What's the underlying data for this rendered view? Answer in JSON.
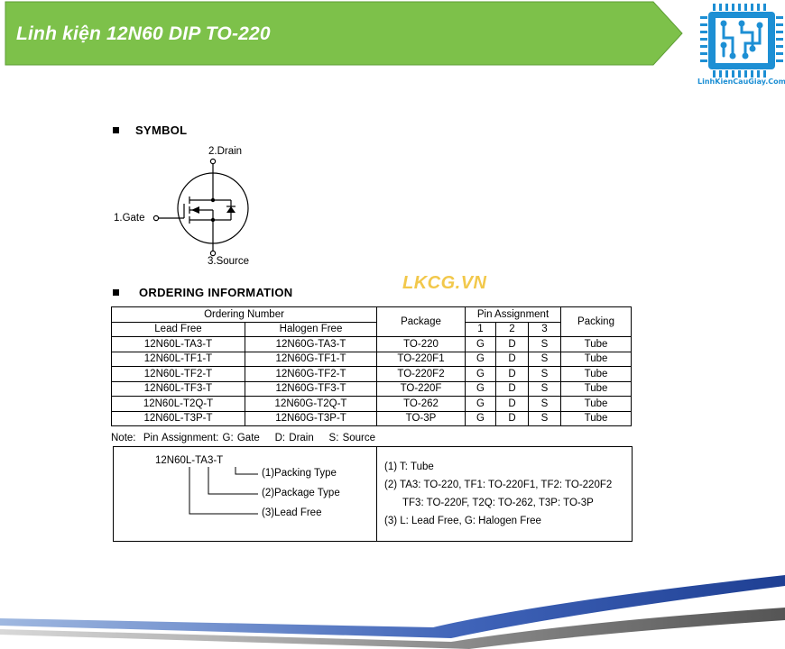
{
  "header": {
    "title": "Linh kiện 12N60 DIP TO-220",
    "banner_color": "#7dc14a",
    "logo_text": "LinhKienCauGiay.Com",
    "logo_color": "#1d8fd4"
  },
  "watermark": "LKCG.VN",
  "symbol": {
    "heading": "SYMBOL",
    "drain_label": "2.Drain",
    "gate_label": "1.Gate",
    "source_label": "3.Source"
  },
  "ordering": {
    "heading": "ORDERING INFORMATION",
    "headers": {
      "ordering_number": "Ordering Number",
      "lead_free": "Lead Free",
      "halogen_free": "Halogen Free",
      "package": "Package",
      "pin_assignment": "Pin Assignment",
      "pin1": "1",
      "pin2": "2",
      "pin3": "3",
      "packing": "Packing"
    },
    "rows": [
      [
        "12N60L-TA3-T",
        "12N60G-TA3-T",
        "TO-220",
        "G",
        "D",
        "S",
        "Tube"
      ],
      [
        "12N60L-TF1-T",
        "12N60G-TF1-T",
        "TO-220F1",
        "G",
        "D",
        "S",
        "Tube"
      ],
      [
        "12N60L-TF2-T",
        "12N60G-TF2-T",
        "TO-220F2",
        "G",
        "D",
        "S",
        "Tube"
      ],
      [
        "12N60L-TF3-T",
        "12N60G-TF3-T",
        "TO-220F",
        "G",
        "D",
        "S",
        "Tube"
      ],
      [
        "12N60L-T2Q-T",
        "12N60G-T2Q-T",
        "TO-262",
        "G",
        "D",
        "S",
        "Tube"
      ],
      [
        "12N60L-T3P-T",
        "12N60G-T3P-T",
        "TO-3P",
        "G",
        "D",
        "S",
        "Tube"
      ]
    ],
    "note": "Note:  Pin Assignment: G: Gate    D: Drain    S: Source"
  },
  "part_box": {
    "part_number": "12N60L-TA3-T",
    "packing_type": "(1)Packing Type",
    "package_type": "(2)Package Type",
    "lead_free": "(3)Lead Free",
    "line1": "(1) T: Tube",
    "line2": "(2) TA3: TO-220, TF1: TO-220F1, TF2: TO-220F2",
    "line3": "TF3: TO-220F, T2Q: TO-262, T3P: TO-3P",
    "line4": "(3) L: Lead Free, G: Halogen Free"
  }
}
